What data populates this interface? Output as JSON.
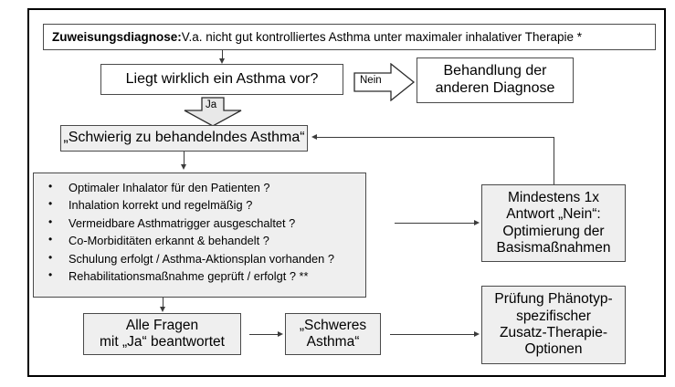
{
  "figure": {
    "title": "Asthma-Abklaerungs-Flussdiagramm",
    "colors": {
      "node_fill_gray": "#efefef",
      "node_fill_white": "#ffffff",
      "border": "#4a4a4a",
      "frame": "#000000",
      "connector": "#3b3b3b",
      "block_arrow_fill_gray": "#e8e8e8",
      "block_arrow_fill_white": "#ffffff",
      "text": "#000000"
    }
  },
  "nodes": {
    "zuweisung": {
      "lead": "Zuweisungsdiagnose:",
      "text": " V.a. nicht gut kontrolliertes Asthma unter maximaler inhalativer Therapie *"
    },
    "liegt": {
      "text": "Liegt wirklich ein Asthma vor?"
    },
    "behandlung": {
      "line1": "Behandlung der",
      "line2": "anderen Diagnose"
    },
    "schwierig": {
      "text": "„Schwierig zu behandelndes Asthma“"
    },
    "bullets": {
      "items": [
        "Optimaler Inhalator für den Patienten ?",
        "Inhalation korrekt und regelmäßig ?",
        "Vermeidbare Asthmatrigger ausgeschaltet ?",
        "Co-Morbiditäten erkannt & behandelt ?",
        "Schulung erfolgt / Asthma-Aktionsplan vorhanden ?",
        "Rehabilitationsmaßnahme geprüft / erfolgt ? **"
      ]
    },
    "mindestens": {
      "line1": "Mindestens 1x",
      "line2": "Antwort „Nein“:",
      "line3": "Optimierung der",
      "line4": "Basismaßnahmen"
    },
    "pruefung": {
      "line1": "Prüfung Phänotyp-",
      "line2": "spezifischer",
      "line3": "Zusatz-Therapie-",
      "line4": "Optionen"
    },
    "allefragen": {
      "line1": "Alle Fragen",
      "line2": "mit „Ja“ beantwortet"
    },
    "schweres": {
      "line1": "„Schweres",
      "line2": "Asthma“"
    }
  },
  "edges": {
    "nein_label": "Nein",
    "ja_label": "Ja"
  }
}
